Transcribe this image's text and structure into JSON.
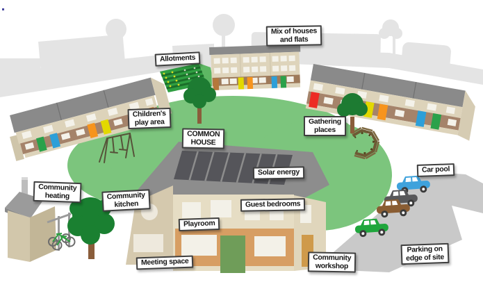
{
  "figure": {
    "type": "illustration",
    "description": "Site-plan illustration of a cohousing community with labelled shared facilities"
  },
  "labels": {
    "mix_houses": [
      "Mix of houses",
      "and flats"
    ],
    "allotments": [
      "Allotments"
    ],
    "childrens_play": [
      "Children's",
      "play area"
    ],
    "common_house": [
      "COMMON",
      "HOUSE"
    ],
    "solar_energy": [
      "Solar energy"
    ],
    "gathering_places": [
      "Gathering",
      "places"
    ],
    "car_pool": [
      "Car pool"
    ],
    "community_heating": [
      "Community",
      "heating"
    ],
    "community_kitchen": [
      "Community",
      "kitchen"
    ],
    "playroom": [
      "Playroom"
    ],
    "guest_bedrooms": [
      "Guest bedrooms"
    ],
    "meeting_space": [
      "Meeting space"
    ],
    "community_workshop": [
      "Community",
      "workshop"
    ],
    "parking": [
      "Parking on",
      "edge of site"
    ]
  },
  "colors": {
    "lawn_green": "#7cc57d",
    "tree_green": "#1d7b32",
    "roof_gray": "#8a8a8a",
    "wall_beige": "#ddd3ba",
    "lower_band_brown": "#a5836a",
    "flats_band_brown": "#9e7a5a",
    "solar_panel_dark": "#55555a",
    "common_house_wall": "#e6ddc4",
    "common_house_band_orange": "#d79e63",
    "common_house_door_green": "#6f9d59",
    "workshop_door_orange": "#cf9a4a",
    "parking_gray": "#c9c9c9",
    "skyline_gray": "#e4e4e4",
    "allotment_green": "#2f9e41",
    "label_bg": "#ffffff",
    "label_border": "#3f3f3f",
    "left_row_doors": [
      "#2aa14a",
      "#2d9fd8",
      "#f7941d",
      "#e3d800",
      "#b5773b"
    ],
    "flats_doors": [
      "#b5773b",
      "#e3d800",
      "#f7941d",
      "#2d9fd8",
      "#2aa14a"
    ],
    "right_row_doors": [
      "#ed2b24",
      "#e3d800",
      "#f7941d",
      "#2d9fd8",
      "#2aa14a"
    ],
    "car_pool_cars": [
      "#3ea2dc",
      "#58585a",
      "#8a5d33",
      "#1fa63c"
    ]
  }
}
